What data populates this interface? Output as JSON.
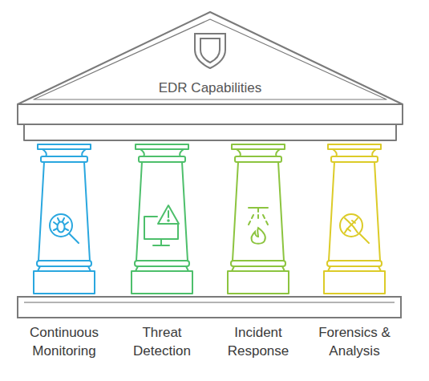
{
  "diagram": {
    "nodes": [
      {
        "text": [
          "EDR Capabilities"
        ]
      },
      {
        "text": [
          "Continuous Monitoring"
        ]
      },
      {
        "text": [
          "Threat Detection"
        ]
      },
      {
        "text": [
          "Incident Response"
        ]
      },
      {
        "text": [
          "Forensics & Analysis"
        ]
      }
    ]
  }
}
